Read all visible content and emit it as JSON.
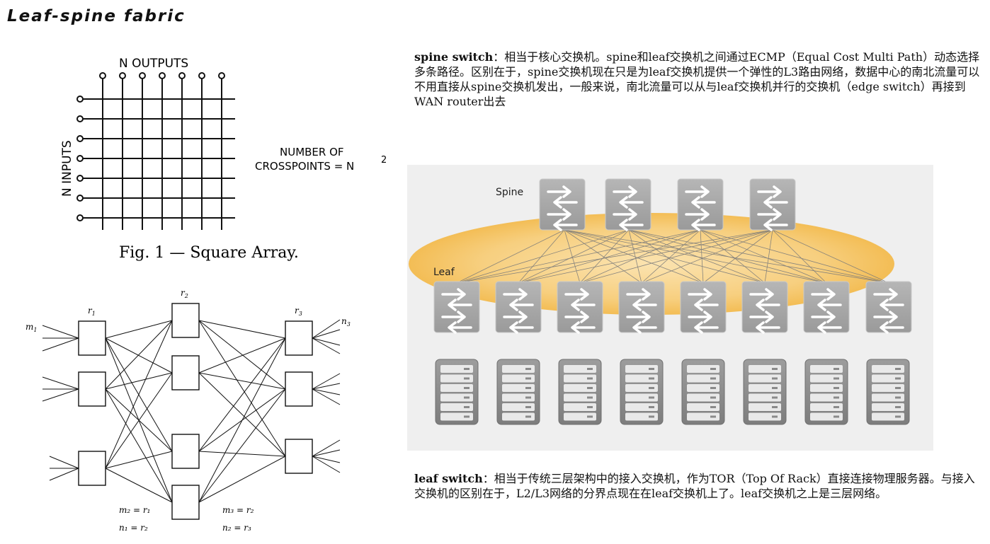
{
  "slide": {
    "title": "Leaf-spine fabric"
  },
  "crossbar": {
    "outputs_label": "N  OUTPUTS",
    "inputs_label": "N  INPUTS",
    "crosspoints_line1": "NUMBER  OF",
    "crosspoints_line2": "CROSSPOINTS = N",
    "crosspoints_exp": "2",
    "caption": "Fig. 1 — Square Array."
  },
  "clos": {
    "r1": "r",
    "r1_sub": "1",
    "r2": "r",
    "r2_sub": "2",
    "r3": "r",
    "r3_sub": "3",
    "m1": "m",
    "m1_sub": "1",
    "n3": "n",
    "n3_sub": "3",
    "eq_m2": "m₂ = r₁",
    "eq_n1": "n₁ = r₂",
    "eq_m3": "m₃ = r₂",
    "eq_n2": "n₂ = r₃"
  },
  "spine_text": {
    "term": "spine switch",
    "body": "：相当于核心交换机。spine和leaf交换机之间通过ECMP（Equal Cost Multi Path）动态选择多条路径。区别在于，spine交换机现在只是为leaf交换机提供一个弹性的L3路由网络，数据中心的南北流量可以不用直接从spine交换机发出，一般来说，南北流量可以从与leaf交换机并行的交换机（edge switch）再接到WAN router出去"
  },
  "leaf_text": {
    "term": "leaf switch",
    "body": "：相当于传统三层架构中的接入交换机，作为TOR（Top Of Rack）直接连接物理服务器。与接入交换机的区别在于，L2/L3网络的分界点现在在leaf交换机上了。leaf交换机之上是三层网络。"
  },
  "topology": {
    "spine_label": "Spine",
    "leaf_label": "Leaf",
    "spine_count": 4,
    "leaf_count": 8,
    "server_count": 8,
    "switch_icon": "switch-arrows-icon",
    "server_icon": "server-rack-icon",
    "colors": {
      "switch": "#a7a7a7",
      "ellipse": "#f6c46a",
      "server": "#8c8c8c",
      "background": "#efefef"
    }
  }
}
